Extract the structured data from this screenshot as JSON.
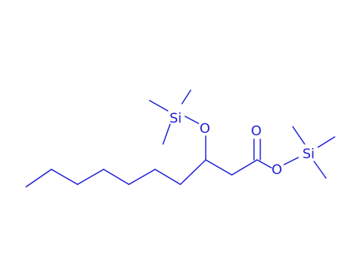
{
  "colors": {
    "structure": "#1d1dd4",
    "background": "#ffffff"
  },
  "atoms": {
    "si_left": "Si",
    "o_ether": "O",
    "o_carbonyl": "O",
    "o_ester": "O",
    "si_right": "Si"
  }
}
